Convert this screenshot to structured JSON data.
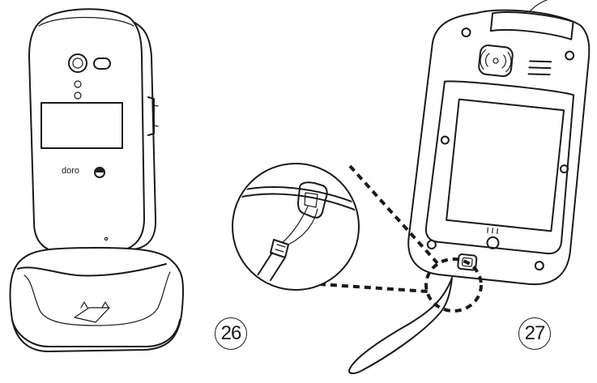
{
  "figures": [
    {
      "id": "fig-26",
      "label": "26",
      "brand_text": "doro"
    },
    {
      "id": "fig-27",
      "label": "27"
    }
  ]
}
